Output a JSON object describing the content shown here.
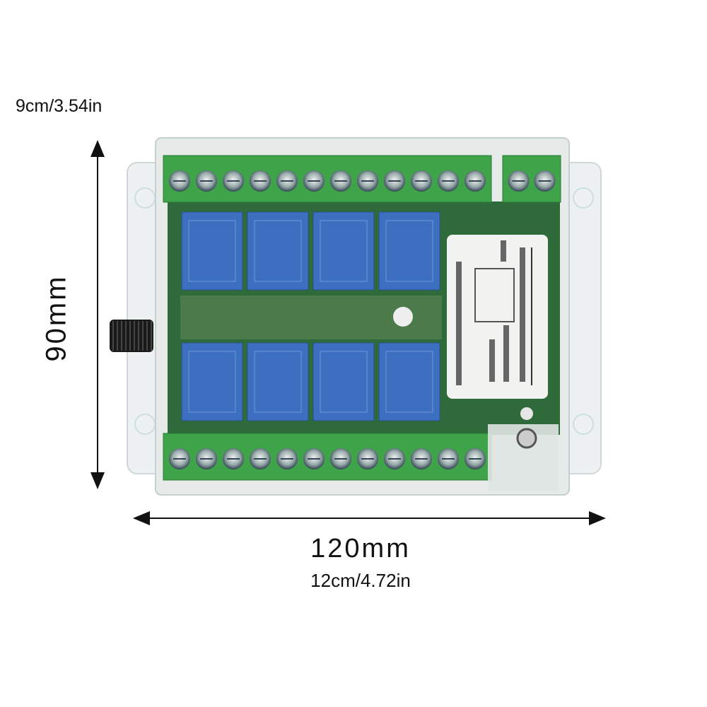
{
  "dimensions": {
    "height_alt": "9cm/3.54in",
    "height_mm": "90mm",
    "width_mm": "120mm",
    "width_alt": "12cm/4.72in"
  },
  "product": {
    "relay_count": 8,
    "terminal_screws_top": 12,
    "terminal_screws_bottom": 12,
    "power_terminal_screws": 2,
    "colors": {
      "terminal": "#3fa34a",
      "relay": "#3c6fc0",
      "pcb": "#2f6b3a",
      "enclosure": "#e8ecec"
    }
  }
}
